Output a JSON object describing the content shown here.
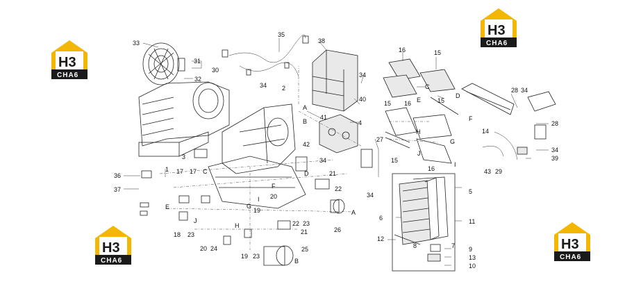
{
  "logos": [
    {
      "id": "logo-top-left",
      "letters": "H3",
      "word": "CHA6"
    },
    {
      "id": "logo-top-right",
      "letters": "H3",
      "word": "CHA6"
    },
    {
      "id": "logo-bottom-left",
      "letters": "H3",
      "word": "CHA6"
    },
    {
      "id": "logo-bottom-right",
      "letters": "H3",
      "word": "CHA6"
    }
  ],
  "labels": {
    "n1": "1",
    "n2": "2",
    "n3": "3",
    "n4": "4",
    "n5": "5",
    "n6": "6",
    "n7": "7",
    "n8": "8",
    "n9": "9",
    "n10": "10",
    "n11": "11",
    "n12": "12",
    "n13": "13",
    "n14": "14",
    "n15a": "15",
    "n15b": "15",
    "n15c": "15",
    "n15d": "15",
    "n16a": "16",
    "n16b": "16",
    "n16c": "16",
    "n17a": "17",
    "n17b": "17",
    "n18": "18",
    "n19a": "19",
    "n19b": "19",
    "n20a": "20",
    "n20b": "20",
    "n21a": "21",
    "n21b": "21",
    "n22a": "22",
    "n22b": "22",
    "n23a": "23",
    "n23b": "23",
    "n23c": "23",
    "n24": "24",
    "n25": "25",
    "n26": "26",
    "n27": "27",
    "n28a": "28",
    "n28b": "28",
    "n29": "29",
    "n30": "30",
    "n31": "31",
    "n32": "32",
    "n33": "33",
    "n34a": "34",
    "n34b": "34",
    "n34c": "34",
    "n34d": "34",
    "n34e": "34",
    "n34f": "34",
    "n35": "35",
    "n36": "36",
    "n37": "37",
    "n38": "38",
    "n39": "39",
    "n40": "40",
    "n41": "41",
    "n42": "42",
    "n43": "43",
    "lA1": "A",
    "lA2": "A",
    "lB1": "B",
    "lB2": "B",
    "lC1": "C",
    "lC2": "C",
    "lD1": "D",
    "lD2": "D",
    "lE1": "E",
    "lE2": "E",
    "lF1": "F",
    "lF2": "F",
    "lG1": "G",
    "lG2": "G",
    "lH1": "H",
    "lH2": "H",
    "lI1": "I",
    "lI2": "I",
    "lJ1": "J",
    "lJ2": "J"
  },
  "colors": {
    "logo_yellow": "#f2b705",
    "logo_dark": "#1a1a1a",
    "line": "#222222"
  }
}
